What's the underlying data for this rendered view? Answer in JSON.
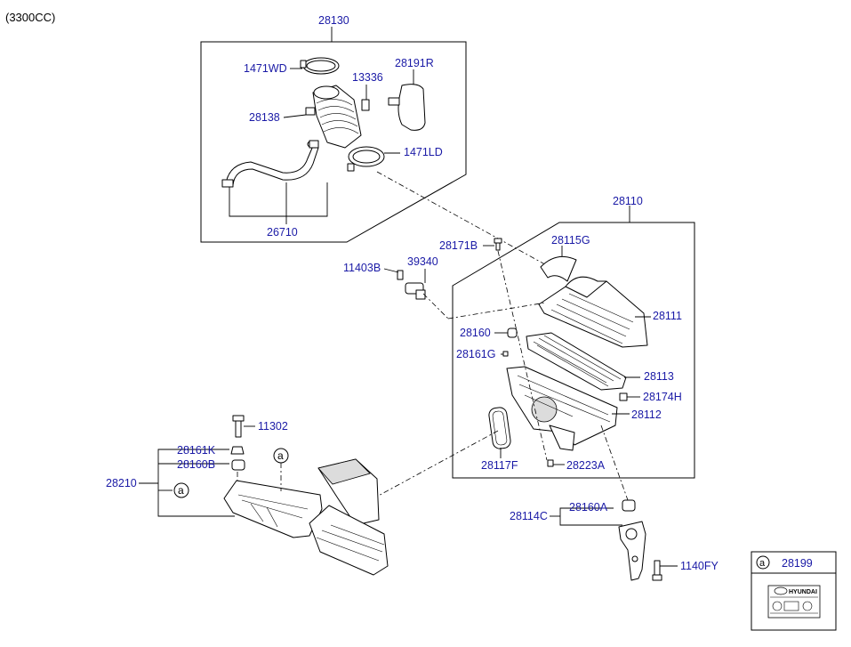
{
  "engine_variant": "(3300CC)",
  "groups": {
    "resonator": "28130",
    "air_cleaner_assy": "28110",
    "duct_assy": "28210",
    "bracket_assy": "28114C"
  },
  "parts": {
    "clamp_upper": "1471WD",
    "hose_rubber": "28191R",
    "clip_13336": "13336",
    "hose_intake": "28138",
    "clamp_lower": "1471LD",
    "hose_breather": "26710",
    "bolt_28171b": "28171B",
    "cover_28115g": "28115G",
    "bolt_11403b": "11403B",
    "sensor_39340": "39340",
    "cover_28111": "28111",
    "insulator_28160": "28160",
    "element_28113": "28113",
    "grommet_28161g": "28161G",
    "clip_28174h": "28174H",
    "body_28112": "28112",
    "pad_28117f": "28117F",
    "bolt_28223a": "28223A",
    "bolt_11302": "11302",
    "grommet_28161k": "28161K",
    "insulator_28160b": "28160B",
    "insulator_28160a": "28160A",
    "bolt_1140fy": "1140FY"
  },
  "callout_marker": "a",
  "legend": {
    "marker": "a",
    "part_no": "28199"
  },
  "label_plate": {
    "brand": "HYUNDAI"
  }
}
